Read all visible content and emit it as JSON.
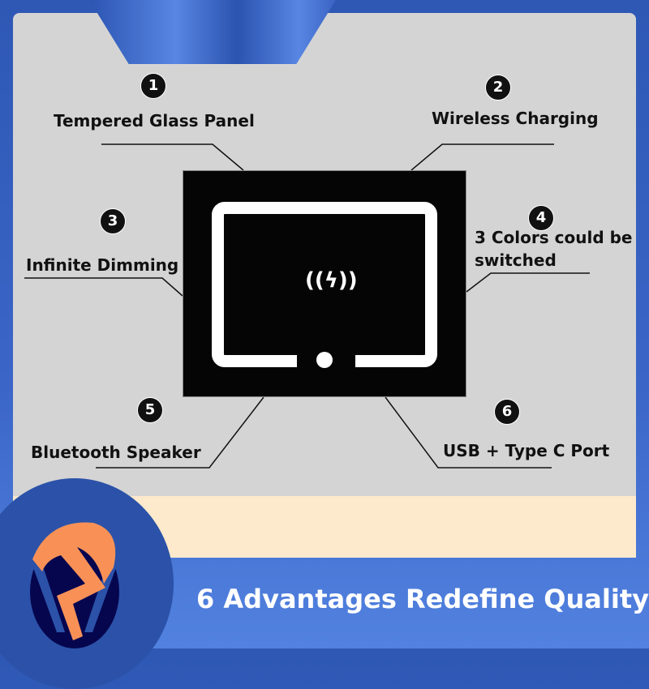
{
  "features": [
    {
      "number": "1",
      "label": "Tempered Glass Panel"
    },
    {
      "number": "2",
      "label": "Wireless Charging"
    },
    {
      "number": "3",
      "label": "Infinite Dimming"
    },
    {
      "number": "4",
      "label": "3 Colors could be switched"
    },
    {
      "number": "5",
      "label": "Bluetooth Speaker"
    },
    {
      "number": "6",
      "label": "USB + Type C Port"
    }
  ],
  "banner": {
    "title": "6 Advantages Redefine Quality"
  },
  "product": {
    "icon": "wireless-charging-icon"
  },
  "colors": {
    "blue": "#3b66c8",
    "panel": "#d4d4d4",
    "beige": "#fde9cc",
    "logo_orange": "#f99157",
    "logo_navy": "#06064f"
  }
}
